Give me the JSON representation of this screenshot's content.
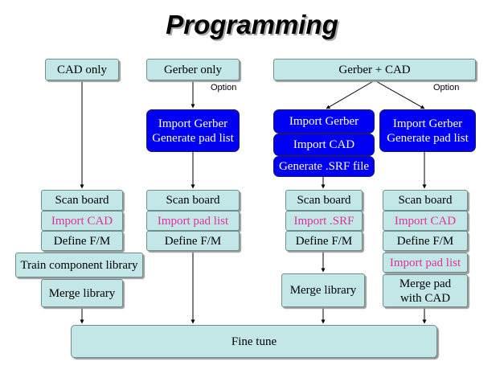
{
  "title": "Programming",
  "option_label": "Option",
  "columns": {
    "cad_only": {
      "header": "CAD only",
      "steps": [
        "Scan board",
        "Import CAD",
        "Define F/M",
        "Train  component library",
        "Merge library"
      ]
    },
    "gerber_only": {
      "header": "Gerber only",
      "import_box": [
        "Import Gerber",
        "Generate pad list"
      ],
      "steps": [
        "Scan board",
        "Import pad list",
        "Define F/M"
      ]
    },
    "gerber_cad": {
      "header": "Gerber + CAD",
      "left_import": [
        "Import Gerber",
        "Import CAD",
        "Generate .SRF file"
      ],
      "left_steps": [
        "Scan board",
        "Import .SRF",
        "Define F/M",
        "Merge library"
      ],
      "right_import": [
        "Import Gerber",
        "Generate pad list"
      ],
      "right_steps": [
        "Scan board",
        "Import CAD",
        "Define F/M",
        "Import pad list",
        "Merge pad",
        "with CAD"
      ]
    }
  },
  "fine_tune": "Fine tune",
  "colors": {
    "teal_fill": "#c3e7e7",
    "blue_fill": "#0000f2",
    "highlight_text": "#e0309c"
  }
}
